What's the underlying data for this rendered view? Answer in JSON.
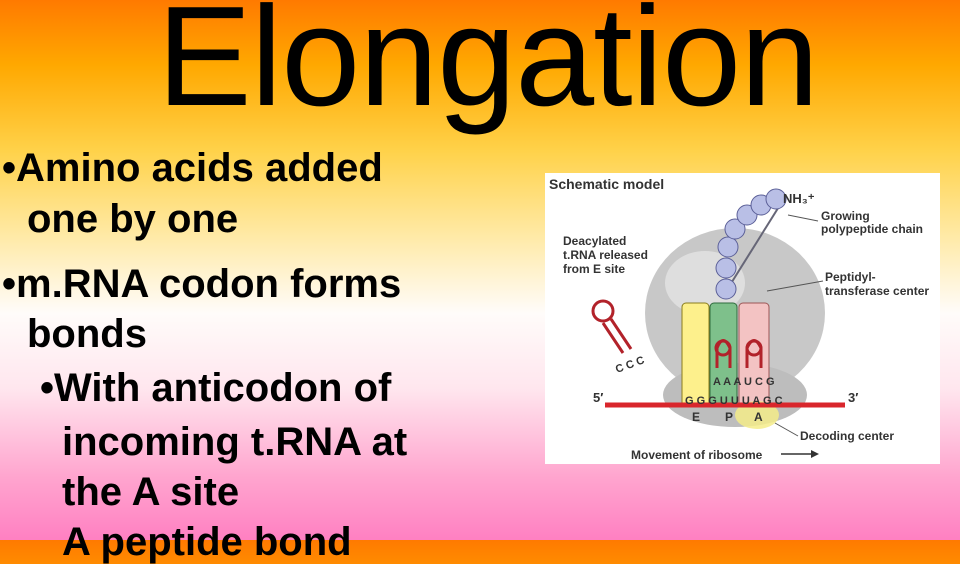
{
  "slide": {
    "title": "Elongation",
    "bullets": [
      {
        "marker": "•",
        "line1": "Amino acids added",
        "line2": "one by one"
      },
      {
        "marker": "•",
        "line1": "m.RNA codon forms",
        "line2": "bonds"
      },
      {
        "marker": "•",
        "line1": "With anticodon of",
        "line2": "incoming t.RNA at",
        "line3": "the A site"
      },
      {
        "partial": "A peptide bond"
      }
    ]
  },
  "figure": {
    "heading": "Schematic model",
    "nh3": "NH₃⁺",
    "label_growing": [
      "Growing",
      "polypeptide chain"
    ],
    "label_deacylated": [
      "Deacylated",
      "t.RNA released",
      "from E site"
    ],
    "label_peptidyl": [
      "Peptidyl-",
      "transferase center"
    ],
    "label_decoding": "Decoding center",
    "label_movement": "Movement of ribosome",
    "five_prime": "5′",
    "three_prime": "3′",
    "codons_top": "A A A U C G",
    "codons_bottom": "G G G U U U A G C",
    "ccc": "C C C",
    "site_e": "E",
    "site_p": "P",
    "site_a": "A",
    "colors": {
      "ribosome": "#c6c6c6",
      "trna_yellow": "#fdf08c",
      "trna_green": "#7ec08b",
      "trna_pink": "#f3c3c3",
      "mrna_red": "#d9262c",
      "bead": "#b9bfe6"
    }
  }
}
